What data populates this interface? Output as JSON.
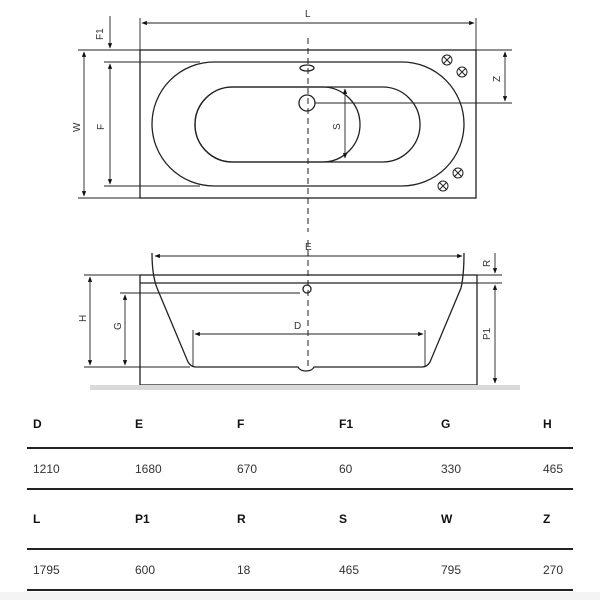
{
  "drawing": {
    "top_view_labels": {
      "L": "L",
      "F1": "F1",
      "W": "W",
      "F": "F",
      "S": "S",
      "Z": "Z"
    },
    "side_view_labels": {
      "E": "E",
      "R": "R",
      "H": "H",
      "G": "G",
      "D": "D",
      "P1": "P1"
    }
  },
  "table": {
    "row1_headers": [
      "D",
      "E",
      "F",
      "F1",
      "G",
      "H"
    ],
    "row1_values": [
      "1210",
      "1680",
      "670",
      "60",
      "330",
      "465"
    ],
    "row2_headers": [
      "L",
      "P1",
      "R",
      "S",
      "W",
      "Z"
    ],
    "row2_values": [
      "1795",
      "600",
      "18",
      "465",
      "795",
      "270"
    ]
  }
}
